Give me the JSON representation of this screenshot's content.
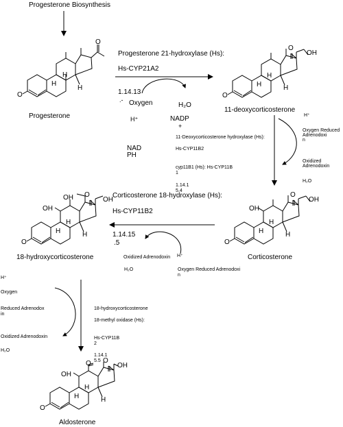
{
  "title": "Progesterone Biosynthesis",
  "molecules": {
    "progesterone": "Progesterone",
    "deoxy": "11-deoxycorticosterone",
    "corticosterone": "Corticosterone",
    "hydroxy18": "18-hydroxycorticosterone",
    "aldosterone": "Aldosterone"
  },
  "atoms": {
    "O": "O",
    "OH": "OH",
    "H": "H"
  },
  "step1": {
    "enzyme": "Progesterone 21-hydroxylase (Hs):",
    "gene": "Hs-CYP21A2",
    "ec": "1.14.13",
    "ec_suffix": ".-",
    "in_left": "Oxygen",
    "out_right": "H₂O",
    "proton": "H⁺",
    "nadp": "NADP",
    "nadp_charge": "+",
    "nad": "NAD",
    "ph": "PH"
  },
  "step2": {
    "proton": "H⁺",
    "oxygen_reduced_1": "Oxygen Reduced",
    "oxygen_reduced_2": "Adrenodoxi",
    "oxygen_reduced_3": "n",
    "enzyme": "11-Deoxycorticosterone hydroxylase (Hs):",
    "gene": "Hs-CYP11B2",
    "gene2_1": "cyp11B1 (Hs): Hs-CYP11B",
    "gene2_2": "1",
    "ec_1": "1.14.1",
    "ec_2": "5.4",
    "oxidized_1": "Oxidized",
    "oxidized_2": "Adrenodoxin",
    "water": "H₂O"
  },
  "step3": {
    "enzyme": "Corticosterone 18-hydroxylase (Hs):",
    "gene": "Hs-CYP11B2",
    "ec": "1.14.15",
    "ec_suffix": ".5",
    "oxidized": "Oxidized Adrenodoxin",
    "proton": "H⁺",
    "water": "H₂O",
    "oxygen_reduced_1": "Oxygen Reduced Adrenodoxi",
    "oxygen_reduced_2": "n"
  },
  "step4": {
    "proton": "H⁺",
    "oxygen": "Oxygen",
    "reduced_1": "Reduced Adrenodox",
    "reduced_2": "in",
    "oxidized": "Oxidized Adrenodoxin",
    "water": "H₂O",
    "enzyme_1": "18-hydroxycorticosterone",
    "enzyme_2": "18-methyl oxidase (Hs):",
    "gene_1": "Hs-CYP11B",
    "gene_2": "2",
    "ec_1": "1.14.1",
    "ec_2": "5.5"
  }
}
